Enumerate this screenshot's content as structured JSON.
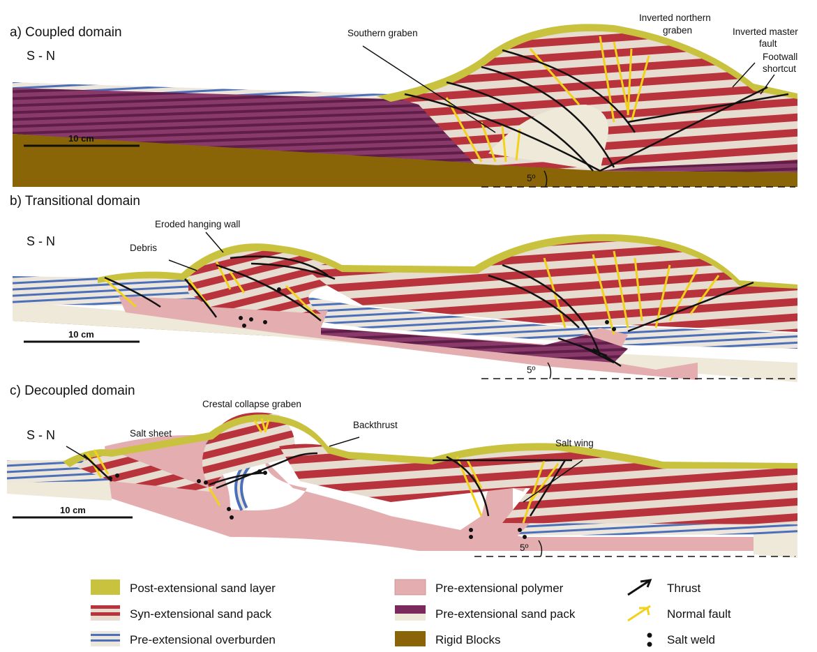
{
  "panels": [
    {
      "title": "a) Coupled domain",
      "direction": "S - N",
      "scale_label": "10 cm",
      "angle_label": "5º",
      "annotations": {
        "southern_graben": "Southern graben",
        "inverted_northern_graben": "Inverted northern graben",
        "inverted_master_fault": "Inverted master fault",
        "footwall_shortcut": "Footwall shortcut"
      }
    },
    {
      "title": "b) Transitional domain",
      "direction": "S - N",
      "scale_label": "10 cm",
      "angle_label": "5º",
      "annotations": {
        "eroded_hanging_wall": "Eroded hanging wall",
        "debris": "Debris"
      }
    },
    {
      "title": "c) Decoupled domain",
      "direction": "S - N",
      "scale_label": "10 cm",
      "angle_label": "5º",
      "annotations": {
        "crestal_collapse_graben": "Crestal collapse graben",
        "salt_sheet": "Salt sheet",
        "backthrust": "Backthrust",
        "salt_wing": "Salt wing"
      }
    }
  ],
  "legend": {
    "post_extensional_sand": "Post-extensional sand layer",
    "syn_extensional_sand": "Syn-extensional sand pack",
    "pre_extensional_overburden": "Pre-extensional overburden",
    "pre_extensional_polymer": "Pre-extensional polymer",
    "pre_extensional_sand_pack": "Pre-extensional sand pack",
    "rigid_blocks": "Rigid Blocks",
    "thrust": "Thrust",
    "normal_fault": "Normal fault",
    "salt_weld": "Salt weld"
  },
  "colors": {
    "post_extensional": "#c9c23e",
    "syn_red": "#b8333c",
    "syn_light": "#e6dcd0",
    "overburden_blue": "#4b6fb8",
    "overburden_light": "#ece6dc",
    "polymer": "#e4aeb0",
    "pre_sand_purple": "#7a2a5c",
    "rigid": "#8a6508",
    "thrust": "#111111",
    "normal_fault": "#f2d21a"
  }
}
